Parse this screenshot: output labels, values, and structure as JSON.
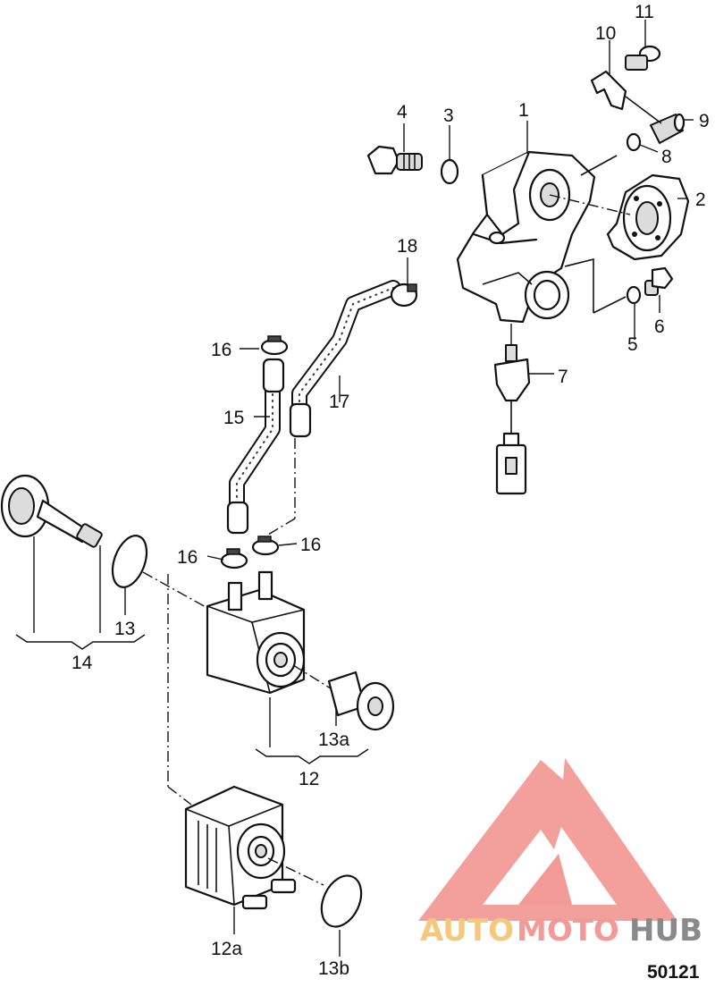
{
  "diagram": {
    "figure_number": "50121",
    "callouts": [
      "1",
      "2",
      "3",
      "4",
      "5",
      "6",
      "7",
      "8",
      "9",
      "10",
      "11",
      "12",
      "12a",
      "13",
      "13a",
      "13b",
      "14",
      "15",
      "16",
      "17",
      "18"
    ]
  },
  "watermark": {
    "text_left": "AUTO",
    "text_middle": "MOTO",
    "text_right": "HUB",
    "colors": {
      "logo": "#f29a96",
      "auto": "#f5c87a",
      "moto": "#f29a96",
      "hub": "#8a8a8a"
    }
  }
}
